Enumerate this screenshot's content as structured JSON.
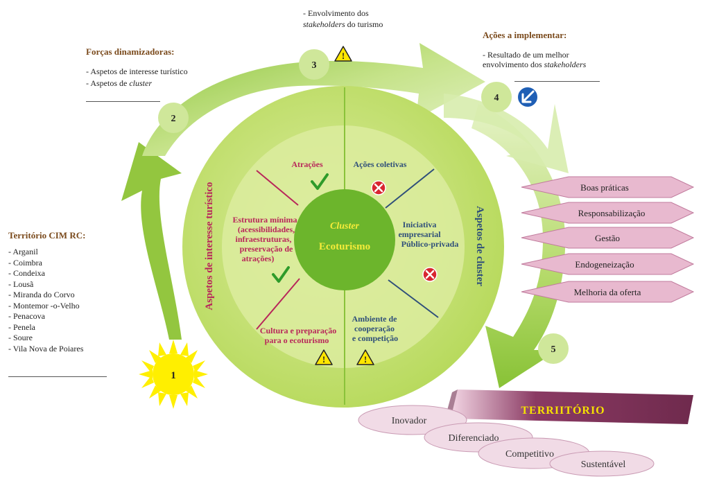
{
  "left_panel": {
    "title": "Território CIM RC:",
    "items": [
      "- Arganil",
      "- Coimbra",
      "- Condeixa",
      "- Lousã",
      "- Miranda do Corvo",
      "- Montemor -o-Velho",
      "- Penacova",
      "- Penela",
      "- Soure",
      "- Vila Nova de Poiares"
    ]
  },
  "forces": {
    "title": "Forças dinamizadoras:",
    "items": [
      "- Aspetos de interesse turístico",
      "- Aspetos de "
    ],
    "item2_italic": "cluster"
  },
  "stakeholders": {
    "line1": "- Envolvimento dos",
    "italic": "stakeholders",
    "line2_rest": " do turismo"
  },
  "actions": {
    "title": "Ações a implementar:",
    "line1": "- Resultado de um  melhor",
    "line2_prefix": " envolvimento dos ",
    "line2_italic": "stakeholders"
  },
  "steps": [
    "1",
    "2",
    "3",
    "4",
    "5"
  ],
  "circle": {
    "left_arc_label": "Aspetos de interesse turístico",
    "right_arc_label": "Aspetos de cluster",
    "center_top": "Cluster",
    "center_bottom": "Ecoturismo",
    "sectors": {
      "atracoes": "Atrações",
      "estrutura": [
        "Estrutura mínima",
        "(acessibilidades,",
        "infraestruturas,",
        "preservação de",
        "atrações)"
      ],
      "cultura": [
        "Cultura e preparação",
        "para o ecoturismo"
      ],
      "acoes_coletivas": "Ações coletivas",
      "iniciativa": [
        "Iniciativa",
        "empresarial",
        "Público-privada"
      ],
      "ambiente": [
        "Ambiente de",
        "cooperação",
        "e competição"
      ]
    }
  },
  "diamonds": [
    "Boas práticas",
    "Responsabilização",
    "Gestão",
    "Endogeneização",
    "Melhoria da oferta"
  ],
  "territorio": {
    "banner": "TERRIITÓRIO",
    "ovals": [
      "Inovador",
      "Diferenciado",
      "Competitivo",
      "Sustentável"
    ]
  },
  "colors": {
    "brown_heading": "#7a4a1c",
    "magenta_text": "#b8265a",
    "blue_text": "#2f4f7a",
    "circle_outer": "#c5e072",
    "circle_inner": "#dcec9f",
    "circle_core": "#6cb52c",
    "arrow_green": "#9ccc4a",
    "step_circle": "#cfe79a",
    "diamond_fill": "#e8b9cf",
    "banner": "#8a3a63",
    "banner_text": "#f6e200",
    "oval_fill": "#f1dbe6",
    "sun": "#ffef00"
  },
  "icons": {
    "warning": "warning-icon",
    "check": "check-icon",
    "error": "error-icon",
    "direction": "arrow-sign-icon",
    "sun": "sun-icon"
  }
}
